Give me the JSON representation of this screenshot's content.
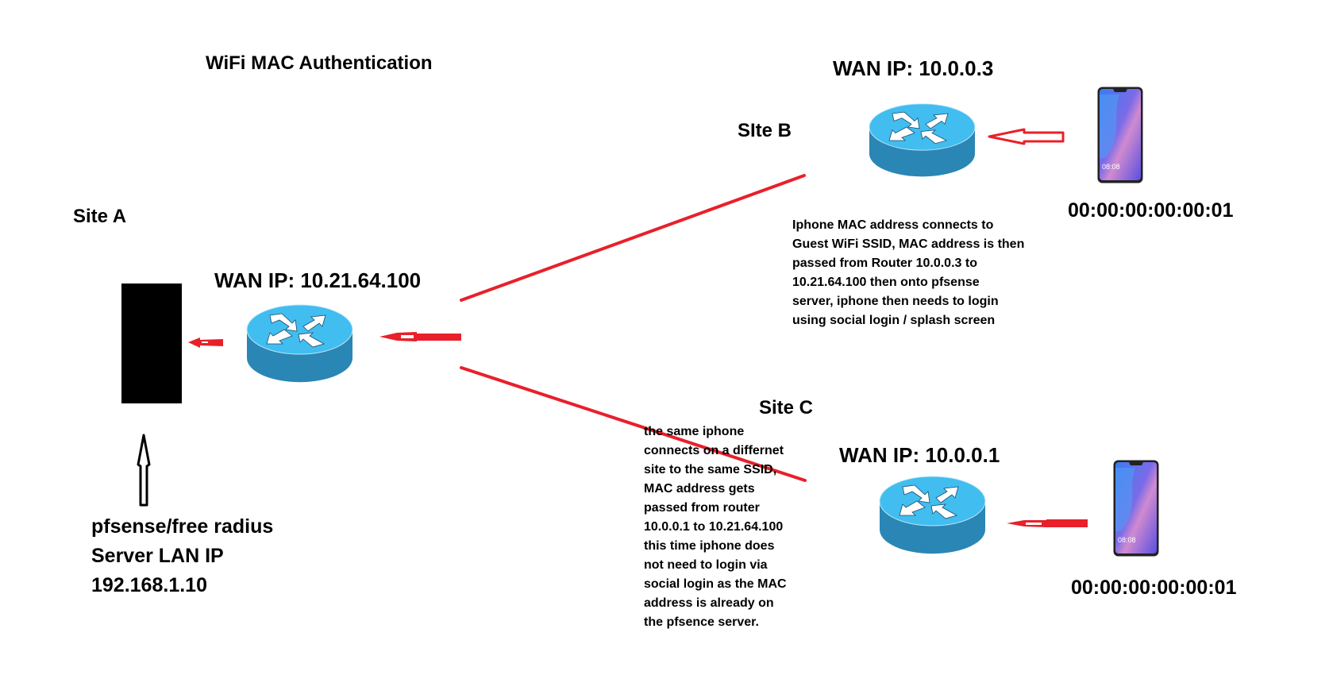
{
  "diagram": {
    "title": "WiFi MAC Authentication",
    "colors": {
      "link": "#e8202a",
      "router_top": "#41bdf0",
      "router_side": "#2a86b4",
      "server": "#000000",
      "text": "#000000"
    },
    "site_a": {
      "label": "Site A",
      "router_label": "WAN IP: 10.21.64.100",
      "server_icon": "server-block",
      "server_label_lines": [
        "pfsense/free radius",
        "Server LAN IP",
        "192.168.1.10"
      ]
    },
    "site_b": {
      "label": "SIte B",
      "router_label": "WAN IP: 10.0.0.3",
      "device_mac": "00:00:00:00:00:01",
      "phone_clock": "08:08",
      "description_lines": [
        "Iphone MAC address connects to",
        "Guest WiFi SSID, MAC address is then",
        "passed from Router 10.0.0.3 to",
        "10.21.64.100 then onto pfsense",
        "server, iphone then needs to login",
        "using social login / splash screen"
      ]
    },
    "site_c": {
      "label": "Site C",
      "router_label": "WAN IP: 10.0.0.1",
      "device_mac": "00:00:00:00:00:01",
      "phone_clock": "08:08",
      "description_lines": [
        "the same iphone",
        "connects on a differnet",
        "site to the same SSID,",
        "MAC address gets",
        "passed from router",
        "10.0.0.1 to 10.21.64.100",
        "this time iphone does",
        "not need to login via",
        "social login as the MAC",
        "address is already on",
        "the pfsence server."
      ]
    },
    "links": [
      {
        "from": "site_a",
        "to": "site_b"
      },
      {
        "from": "site_a",
        "to": "site_c"
      }
    ]
  }
}
